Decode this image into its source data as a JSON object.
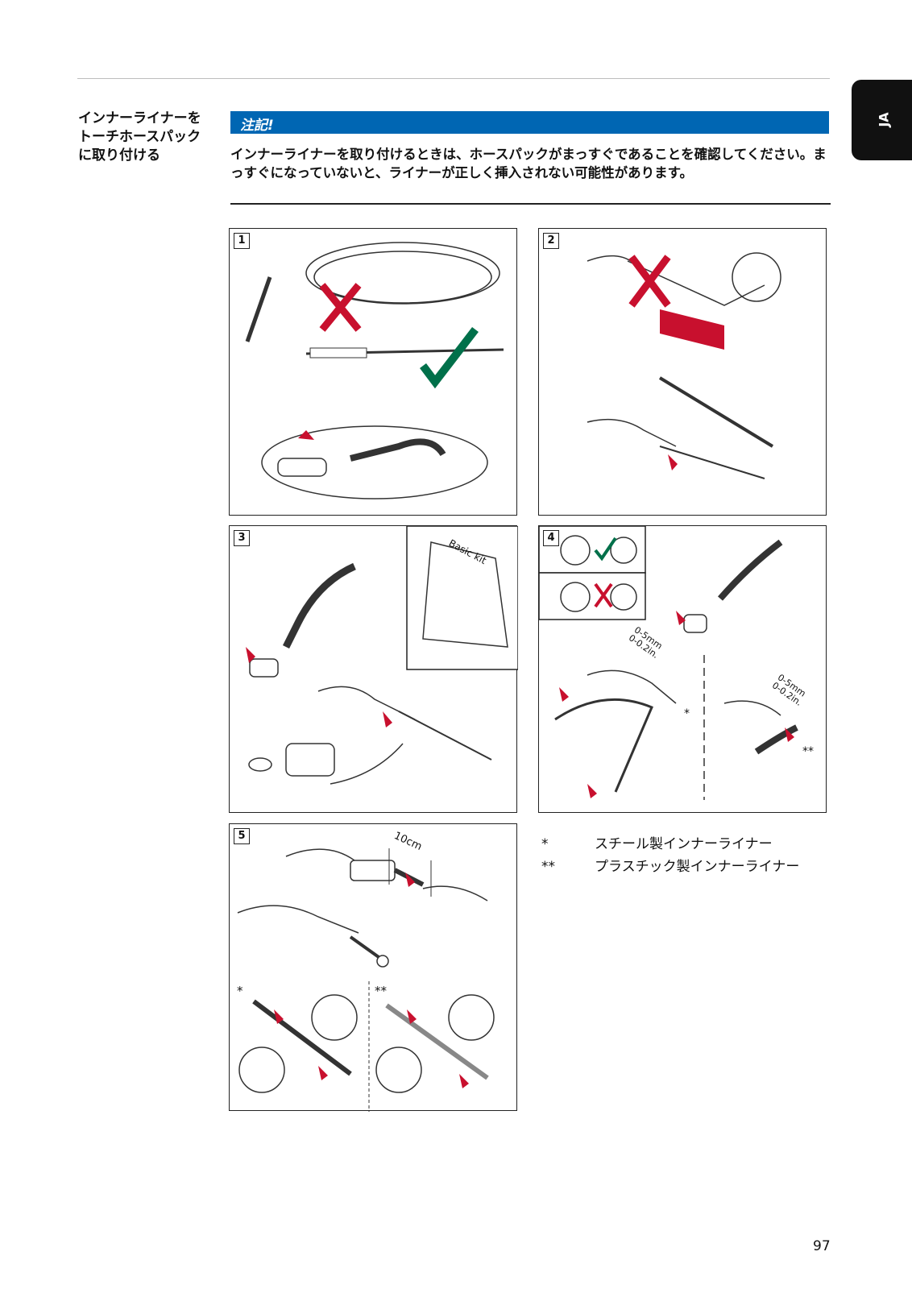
{
  "language_tab": "JA",
  "section": {
    "title": "インナーライナーをトーチホースパックに取り付ける"
  },
  "note": {
    "label": "注記!",
    "text": "インナーライナーを取り付けるときは、ホースパックがまっすぐであることを確認してください。まっすぐになっていないと、ライナーが正しく挿入されない可能性があります。"
  },
  "figures": {
    "panel1": {
      "number": "1"
    },
    "panel2": {
      "number": "2"
    },
    "panel3": {
      "number": "3",
      "kit_label": "Basic kit"
    },
    "panel4": {
      "number": "4",
      "dim1": "0-5mm",
      "dim1b": "0-0.2in.",
      "dim2": "0-5mm",
      "dim2b": "0-0.2in.",
      "steel_mark": "*",
      "plastic_mark": "**"
    },
    "panel5": {
      "number": "5",
      "length": "10cm",
      "steel_mark": "*",
      "plastic_mark": "**"
    }
  },
  "legend": [
    {
      "mark": "*",
      "text": "スチール製インナーライナー"
    },
    {
      "mark": "**",
      "text": "プラスチック製インナーライナー"
    }
  ],
  "page_number": "97",
  "colors": {
    "accent_blue": "#0066b3",
    "arrow_red": "#c8102e",
    "check_green": "#00704a"
  }
}
